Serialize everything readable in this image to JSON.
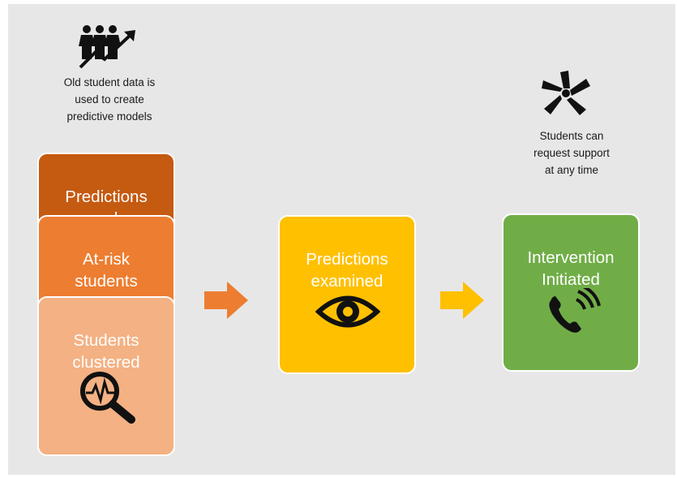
{
  "colors": {
    "background": "#e7e7e7",
    "predictions_made": "#c55a11",
    "at_risk": "#ed7d31",
    "clustered": "#f4b183",
    "examined": "#ffc000",
    "intervention": "#70ad47",
    "arrow_orange": "#ed7d31",
    "arrow_yellow": "#ffc000"
  },
  "notes": {
    "old_data": "Old student data is\nused to create\npredictive models",
    "support": "Students can\nrequest support\nat any time"
  },
  "stack": {
    "predictions_made": "Predictions\nmade",
    "at_risk": "At-risk\nstudents\nidentified",
    "clustered": "Students\nclustered"
  },
  "examined": {
    "label": "Predictions\nexamined"
  },
  "intervention": {
    "label": "Intervention\nInitiated"
  },
  "icons": {
    "growth": "people-growth-chart-icon",
    "hands": "hands-circle-icon",
    "magnifier": "magnifier-analysis-icon",
    "eye": "eye-icon",
    "phone": "phone-ringing-icon"
  }
}
